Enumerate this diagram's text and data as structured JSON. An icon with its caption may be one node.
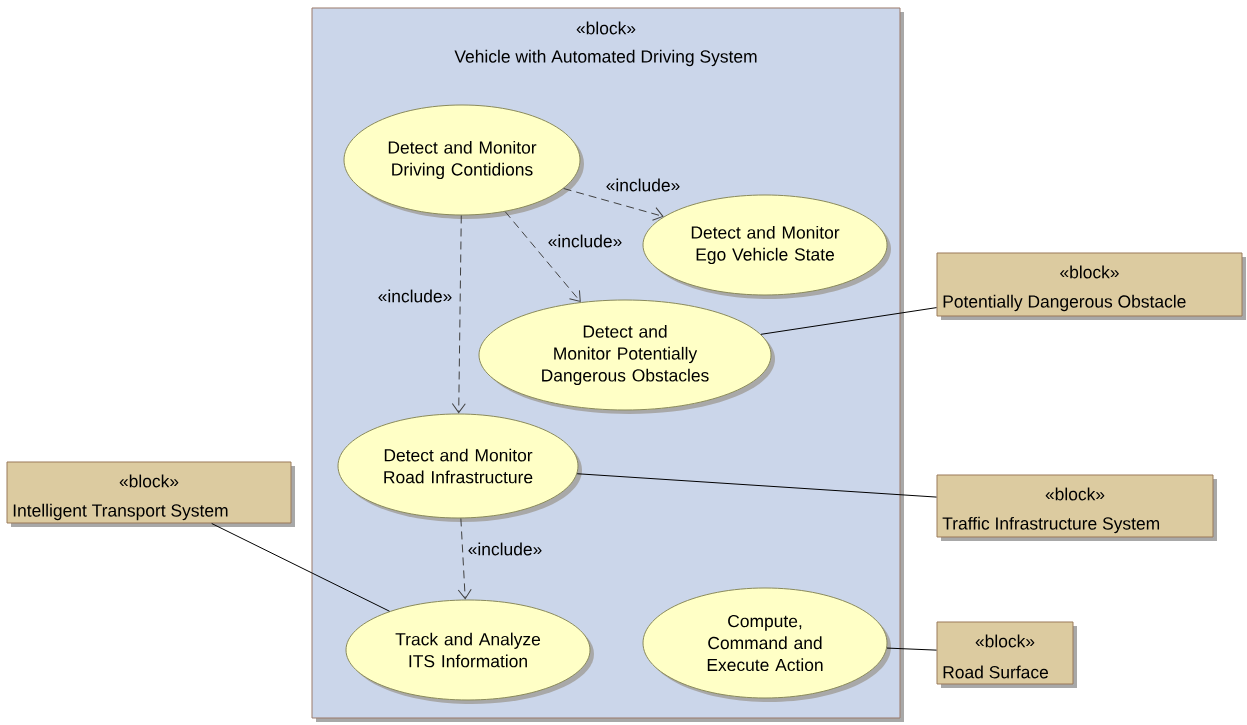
{
  "diagram": {
    "nodes": [
      {
        "text": [
          "«block»",
          "Vehicle with Automated Driving System"
        ]
      },
      {
        "text": [
          "Detect and Monitor Driving Contidions"
        ],
        "in": 0
      },
      {
        "text": [
          "Detect and Monitor Ego Vehicle State"
        ],
        "in": 0
      },
      {
        "text": [
          "Detect and Monitor Potentially Dangerous Obstacles"
        ],
        "in": 0
      },
      {
        "text": [
          "Detect and Monitor Road Infrastructure"
        ],
        "in": 0
      },
      {
        "text": [
          "Track and Analyze ITS Information"
        ],
        "in": 0
      },
      {
        "text": [
          "Compute, Command and Execute Action"
        ],
        "in": 0
      },
      {
        "text": [
          "«block»",
          "Potentially Dangerous Obstacle"
        ]
      },
      {
        "text": [
          "«block»",
          "Traffic Infrastructure System"
        ]
      },
      {
        "text": [
          "«block»",
          "Road Surface"
        ]
      },
      {
        "text": [
          "«block»",
          "Intelligent Transport System"
        ]
      }
    ],
    "edges": [
      {
        "from": 1,
        "to": 2,
        "arrow": "to",
        "label": "«include»",
        "style": "dashed"
      },
      {
        "from": 1,
        "to": 3,
        "arrow": "to",
        "label": "«include»",
        "style": "dashed"
      },
      {
        "from": 1,
        "to": 4,
        "arrow": "to",
        "label": "«include»",
        "style": "dashed"
      },
      {
        "from": 4,
        "to": 5,
        "arrow": "to",
        "label": "«include»",
        "style": "dashed"
      },
      {
        "from": 3,
        "to": 7,
        "arrow": "none"
      },
      {
        "from": 4,
        "to": 8,
        "arrow": "none"
      },
      {
        "from": 6,
        "to": 9,
        "arrow": "none"
      },
      {
        "from": 10,
        "to": 5,
        "arrow": "none"
      }
    ]
  }
}
